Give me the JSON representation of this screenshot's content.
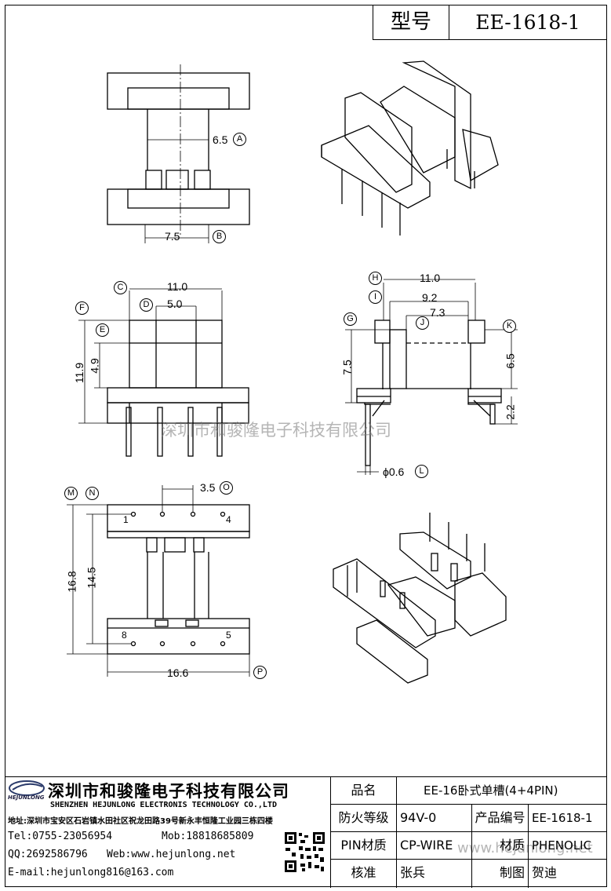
{
  "model": {
    "key": "型号",
    "value": "EE-1618-1"
  },
  "dims": {
    "a": "6.5",
    "b": "7.5",
    "c": "11.0",
    "d": "5.0",
    "f": "11.9",
    "e": "4.9",
    "h": "11.0",
    "i": "9.2",
    "j": "7.3",
    "g": "7.5",
    "k": "6.5",
    "k2": "2.2",
    "l": "ϕ0.6",
    "o": "3.5",
    "m": "16.8",
    "n": "14.5",
    "p": "16.6"
  },
  "callouts": [
    "A",
    "B",
    "C",
    "D",
    "E",
    "F",
    "G",
    "H",
    "I",
    "J",
    "K",
    "L",
    "M",
    "N",
    "O",
    "P"
  ],
  "pins": {
    "p1": "1",
    "p4": "4",
    "p8": "8",
    "p5": "5"
  },
  "watermarks": {
    "company": "深圳市和骏隆电子科技有限公司",
    "site": "www.hejunlong.net"
  },
  "company": {
    "cn_name": "深圳市和骏隆电子科技有限公司",
    "en_name": "SHENZHEN HEJUNLONG ELECTRONIS TECHNOLOGY CO.,LTD",
    "logo": "HEJUNLONG",
    "address": "地址:深圳市宝安区石岩镇水田社区祝龙田路39号新永丰恒隆工业园三栋四楼",
    "tel": "Tel:0755-23056954",
    "mob": "Mob:18818685809",
    "qq": "QQ:2692586796",
    "web": "Web:www.hejunlong.net",
    "email": "E-mail:hejunlong816@163.com"
  },
  "table": {
    "name_key": "品名",
    "name_val": "EE-16卧式单槽(4+4PIN)",
    "fire_key": "防火等级",
    "fire_val": "94V-0",
    "code_key": "产品编号",
    "code_val": "EE-1618-1",
    "pin_key": "PIN材质",
    "pin_val": "CP-WIRE",
    "mat_key": "材质",
    "mat_val": "PHENOLIC",
    "check_key": "核准",
    "check_val": "张兵",
    "draw_key": "制图",
    "draw_val": "贺迪"
  }
}
